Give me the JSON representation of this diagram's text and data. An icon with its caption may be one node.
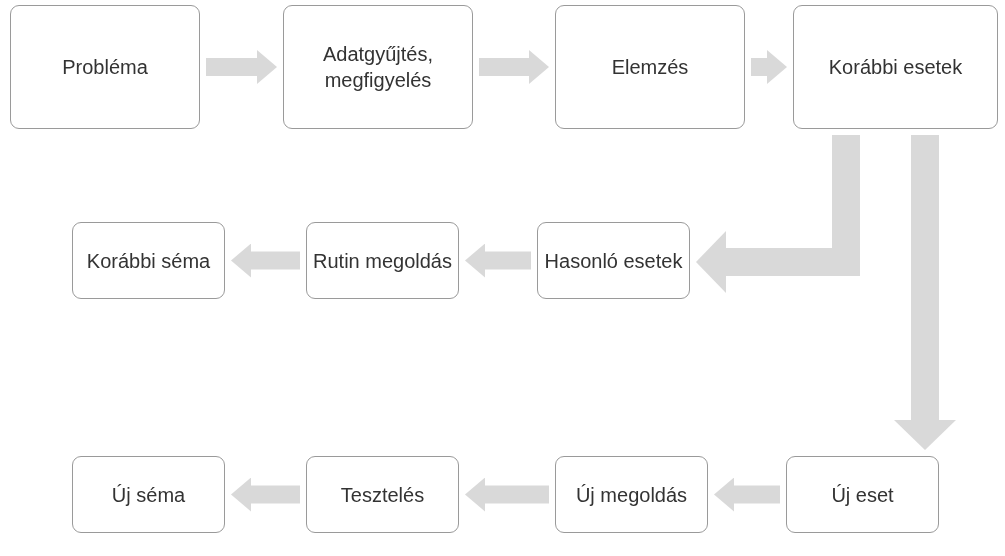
{
  "diagram": {
    "nodes": [
      {
        "text": [
          "Probléma"
        ]
      },
      {
        "text": [
          "Adatgyűjtés, megfigyelés"
        ]
      },
      {
        "text": [
          "Elemzés"
        ]
      },
      {
        "text": [
          "Korábbi esetek"
        ]
      },
      {
        "text": [
          "Hasonló esetek"
        ]
      },
      {
        "text": [
          "Rutin megoldás"
        ]
      },
      {
        "text": [
          "Korábbi séma"
        ]
      },
      {
        "text": [
          "Új eset"
        ]
      },
      {
        "text": [
          "Új megoldás"
        ]
      },
      {
        "text": [
          "Tesztelés"
        ]
      },
      {
        "text": [
          "Új séma"
        ]
      }
    ],
    "edges": [
      {
        "from": 0,
        "to": 1,
        "arrow": "to"
      },
      {
        "from": 1,
        "to": 2,
        "arrow": "to"
      },
      {
        "from": 2,
        "to": 3,
        "arrow": "to"
      },
      {
        "from": 3,
        "to": 4,
        "arrow": "to"
      },
      {
        "from": 3,
        "to": 7,
        "arrow": "to"
      },
      {
        "from": 4,
        "to": 5,
        "arrow": "to"
      },
      {
        "from": 5,
        "to": 6,
        "arrow": "to"
      },
      {
        "from": 7,
        "to": 8,
        "arrow": "to"
      },
      {
        "from": 8,
        "to": 9,
        "arrow": "to"
      },
      {
        "from": 9,
        "to": 10,
        "arrow": "to"
      }
    ]
  }
}
